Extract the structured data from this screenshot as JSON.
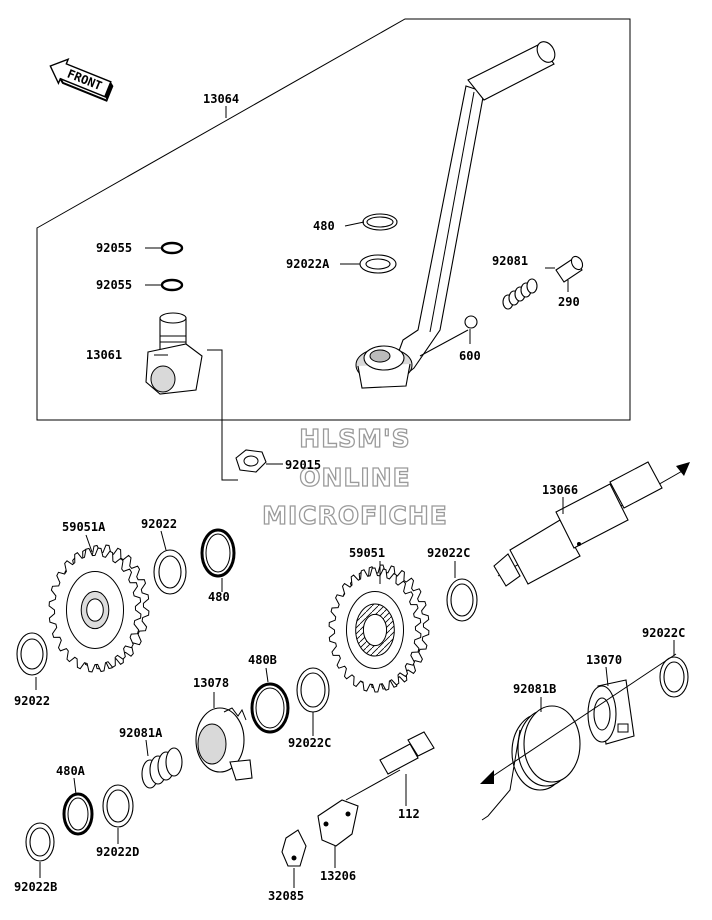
{
  "front_label": "FRONT",
  "watermark": {
    "line1": "HLSM'S",
    "line2": "ONLINE",
    "line3": "MICROFICHE"
  },
  "labels": {
    "p13064": "13064",
    "p480_top": "480",
    "p92055_a": "92055",
    "p92055_b": "92055",
    "p92022A": "92022A",
    "p92081": "92081",
    "p290": "290",
    "p13061": "13061",
    "p600": "600",
    "p92015": "92015",
    "p13066": "13066",
    "p59051A": "59051A",
    "p92022_top": "92022",
    "p480_mid": "480",
    "p59051": "59051",
    "p92022C_a": "92022C",
    "p92022_left": "92022",
    "p480B": "480B",
    "p13078": "13078",
    "p92022C_b": "92022C",
    "p92081A": "92081A",
    "p480A": "480A",
    "p92022D": "92022D",
    "p92022B": "92022B",
    "p13070": "13070",
    "p92022C_c": "92022C",
    "p92081B": "92081B",
    "p112": "112",
    "p13206": "13206",
    "p32085": "32085"
  }
}
